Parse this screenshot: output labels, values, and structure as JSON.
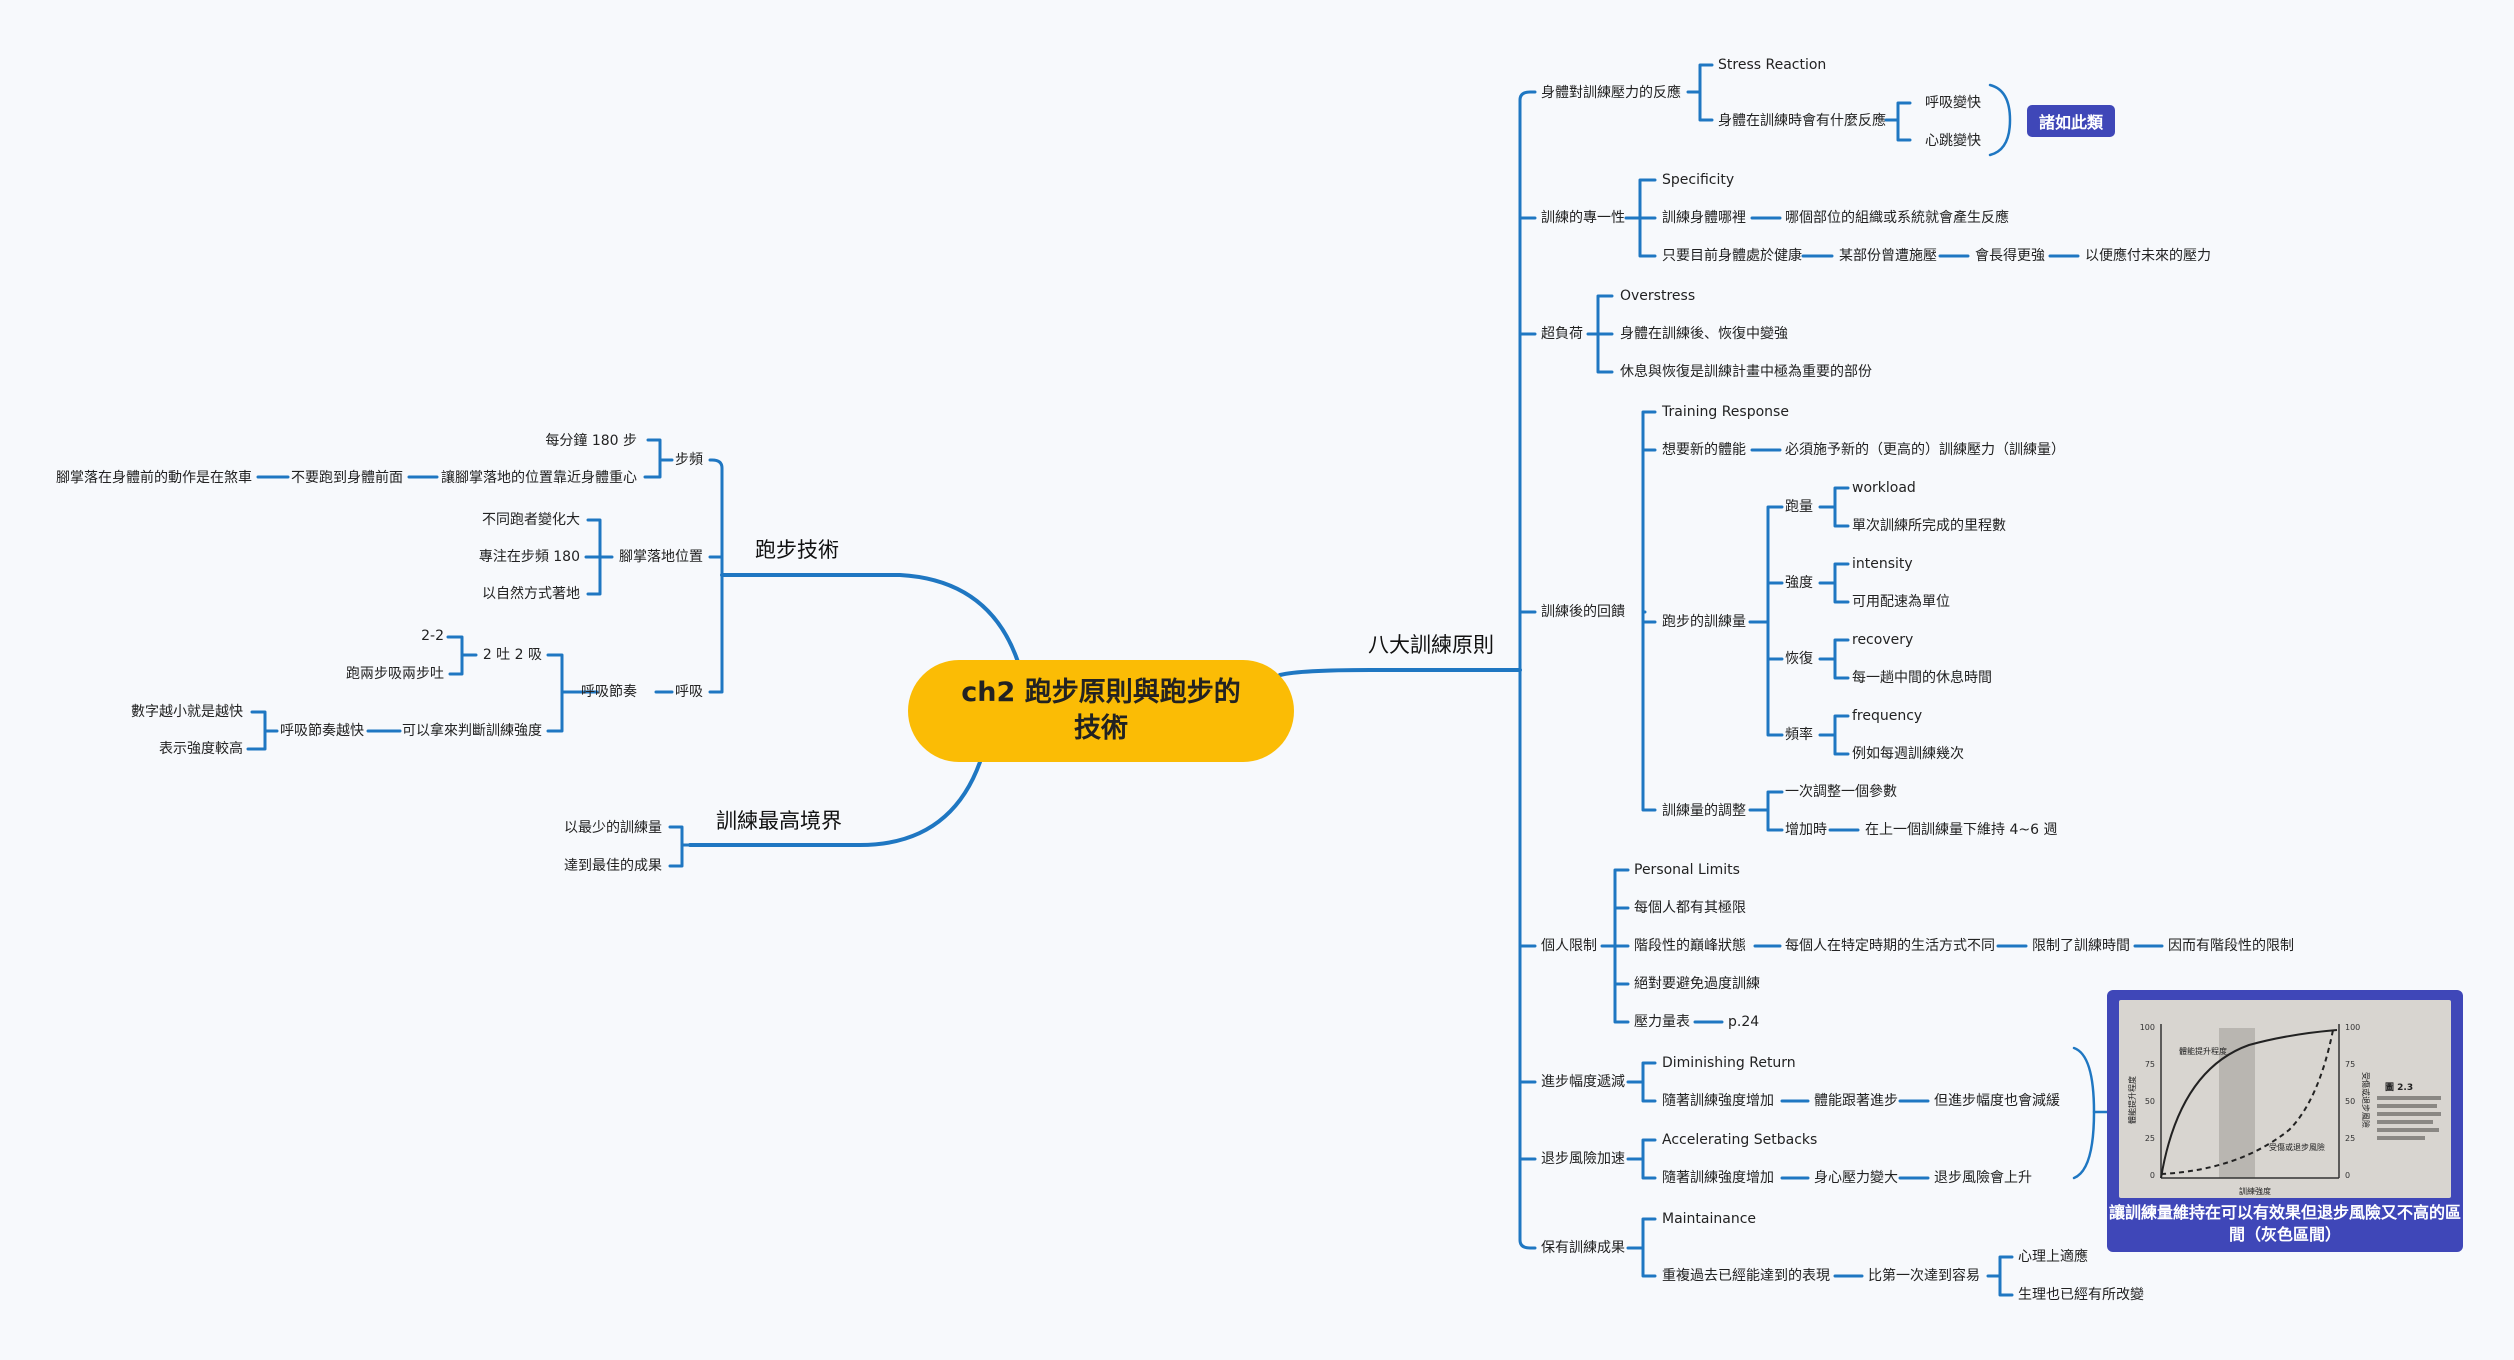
{
  "center": {
    "title": "ch2 跑步原則與跑步的技術"
  },
  "right": {
    "main": "八大訓練原則",
    "stress": {
      "label": "身體對訓練壓力的反應",
      "a": "Stress Reaction",
      "b": "身體在訓練時會有什麼反應",
      "c1": "呼吸變快",
      "c2": "心跳變快",
      "tag": "諸如此類"
    },
    "spec": {
      "label": "訓練的專一性",
      "a": "Specificity",
      "b": "訓練身體哪裡",
      "b1": "哪個部位的組織或系統就會產生反應",
      "c": "只要目前身體處於健康",
      "c1": "某部份曾遭施壓",
      "c2": "會長得更強",
      "c3": "以便應付未來的壓力"
    },
    "over": {
      "label": "超負荷",
      "a": "Overstress",
      "b": "身體在訓練後、恢復中變強",
      "c": "休息與恢復是訓練計畫中極為重要的部份"
    },
    "resp": {
      "label": "訓練後的回饋",
      "a": "Training Response",
      "b": "想要新的體能",
      "b1": "必須施予新的（更高的）訓練壓力（訓練量）",
      "vol": "跑步的訓練量",
      "k1": "跑量",
      "k1a": "workload",
      "k1b": "單次訓練所完成的里程數",
      "k2": "強度",
      "k2a": "intensity",
      "k2b": "可用配速為單位",
      "k3": "恢復",
      "k3a": "recovery",
      "k3b": "每一趟中間的休息時間",
      "k4": "頻率",
      "k4a": "frequency",
      "k4b": "例如每週訓練幾次",
      "adj": "訓練量的調整",
      "adj1": "一次調整一個參數",
      "adj2": "增加時",
      "adj2a": "在上一個訓練量下維持 4~6 週"
    },
    "limit": {
      "label": "個人限制",
      "a": "Personal Limits",
      "b": "每個人都有其極限",
      "c": "階段性的巔峰狀態",
      "c1": "每個人在特定時期的生活方式不同",
      "c2": "限制了訓練時間",
      "c3": "因而有階段性的限制",
      "d": "絕對要避免過度訓練",
      "e": "壓力量表",
      "e1": "p.24"
    },
    "dim": {
      "label": "進步幅度遞減",
      "a": "Diminishing Return",
      "b": "隨著訓練強度增加",
      "b1": "體能跟著進步",
      "b2": "但進步幅度也會減緩"
    },
    "acc": {
      "label": "退步風險加速",
      "a": "Accelerating Setbacks",
      "b": "隨著訓練強度增加",
      "b1": "身心壓力變大",
      "b2": "退步風險會上升"
    },
    "maint": {
      "label": "保有訓練成果",
      "a": "Maintainance",
      "b": "重複過去已經能達到的表現",
      "b1": "比第一次達到容易",
      "c1": "心理上適應",
      "c2": "生理也已經有所改變"
    },
    "card": {
      "caption": "讓訓練量維持在可以有效果但退步風險又不高的區間（灰色區間）",
      "fig_ylabel_left": "體能提升程度",
      "fig_ylabel_right": "受傷或退步風險",
      "fig_xlabel": "訓練強度",
      "fig_curve1": "體能提升程度",
      "fig_curve2": "受傷或退步風險",
      "fig_no": "圖 2.3",
      "ticks": [
        "100",
        "75",
        "50",
        "25",
        "0"
      ]
    }
  },
  "left": {
    "run": {
      "label": "跑步技術",
      "cad": "步頻",
      "cad1": "每分鐘 180 步",
      "cad2": "讓腳掌落地的位置靠近身體重心",
      "cad2a": "不要跑到身體前面",
      "cad2b": "腳掌落在身體前的動作是在煞車",
      "foot": "腳掌落地位置",
      "foot1": "不同跑者變化大",
      "foot2": "專注在步頻 180",
      "foot3": "以自然方式著地",
      "breath": "呼吸",
      "rhythm": "呼吸節奏",
      "r1": "2 吐 2 吸",
      "r1a": "2-2",
      "r1b": "跑兩步吸兩步吐",
      "r2": "可以拿來判斷訓練強度",
      "r2a": "呼吸節奏越快",
      "r2b": "數字越小就是越快",
      "r2c": "表示強度較高"
    },
    "best": {
      "label": "訓練最高境界",
      "a": "以最少的訓練量",
      "b": "達到最佳的成果"
    }
  }
}
